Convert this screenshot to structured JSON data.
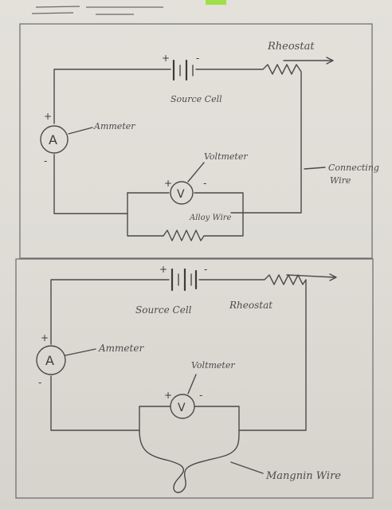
{
  "colors": {
    "paper": "#dedcd5",
    "pencil": "#4a4a4a",
    "highlighter": "#9fe04a"
  },
  "top_circuit": {
    "source_cell": "Source Cell",
    "rheostat": "Rheostat",
    "ammeter": "Ammeter",
    "ammeter_symbol": "A",
    "voltmeter": "Voltmeter",
    "voltmeter_symbol": "V",
    "alloy_wire": "Alloy Wire",
    "connecting_wire": "Connecting",
    "connecting_wire_2": "Wire",
    "plus": "+",
    "minus": "-"
  },
  "bottom_circuit": {
    "source_cell": "Source Cell",
    "rheostat": "Rheostat",
    "ammeter": "Ammeter",
    "ammeter_symbol": "A",
    "voltmeter": "Voltmeter",
    "voltmeter_symbol": "V",
    "manganin_wire": "Mangnin Wire",
    "plus": "+",
    "minus": "-"
  }
}
